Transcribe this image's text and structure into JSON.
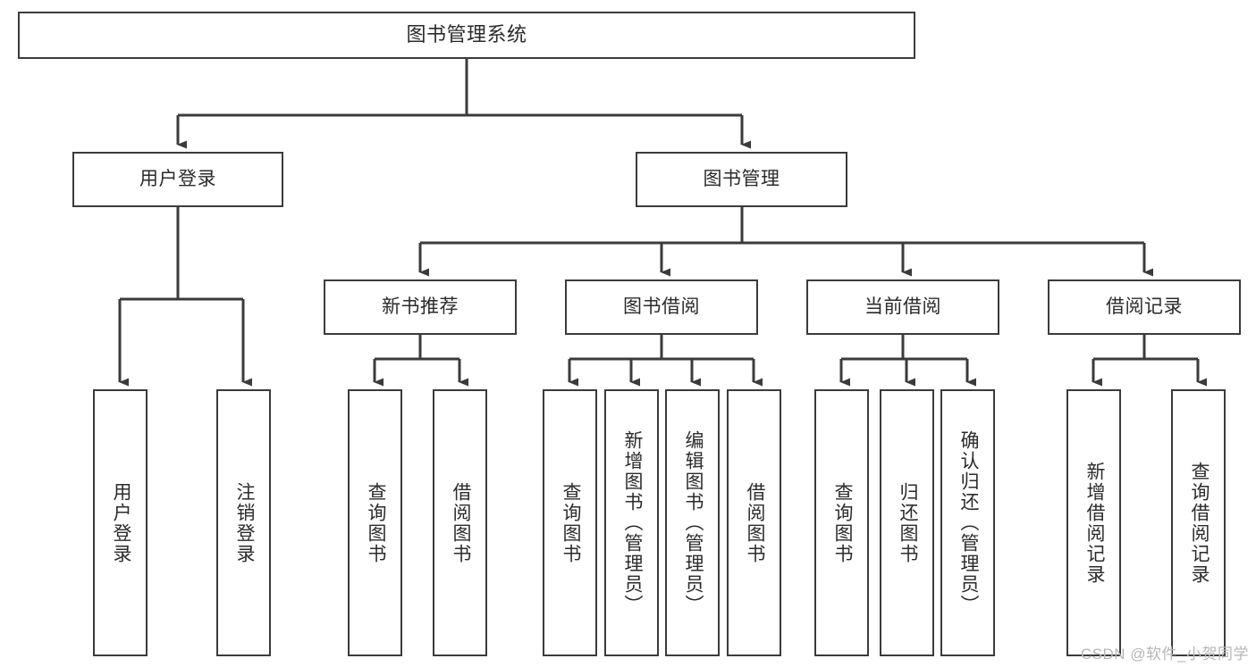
{
  "diagram": {
    "title": "图书管理系统",
    "type": "hierarchy-tree",
    "watermark": "CSDN @软件_小贺同学",
    "colors": {
      "box_border": "#3b3b3b",
      "box_fill": "#ffffff",
      "connector": "#3b3b3b",
      "text": "#2b2b2b",
      "watermark": "#b6b6b6",
      "background": "#ffffff"
    },
    "root": {
      "label": "图书管理系统"
    },
    "level2": [
      {
        "label": "用户登录"
      },
      {
        "label": "图书管理"
      }
    ],
    "level3": [
      {
        "label": "新书推荐"
      },
      {
        "label": "图书借阅"
      },
      {
        "label": "当前借阅"
      },
      {
        "label": "借阅记录"
      }
    ],
    "leaves": {
      "user_login": [
        {
          "label": "用户登录"
        },
        {
          "label": "注销登录"
        }
      ],
      "new_book_recommend": [
        {
          "label": "查询图书"
        },
        {
          "label": "借阅图书"
        }
      ],
      "book_borrow": [
        {
          "label": "查询图书"
        },
        {
          "label": "新增图书（管理员）"
        },
        {
          "label": "编辑图书（管理员）"
        },
        {
          "label": "借阅图书"
        }
      ],
      "current_borrow": [
        {
          "label": "查询图书"
        },
        {
          "label": "归还图书"
        },
        {
          "label": "确认归还（管理员）"
        }
      ],
      "borrow_record": [
        {
          "label": "新增借阅记录"
        },
        {
          "label": "查询借阅记录"
        }
      ]
    }
  }
}
